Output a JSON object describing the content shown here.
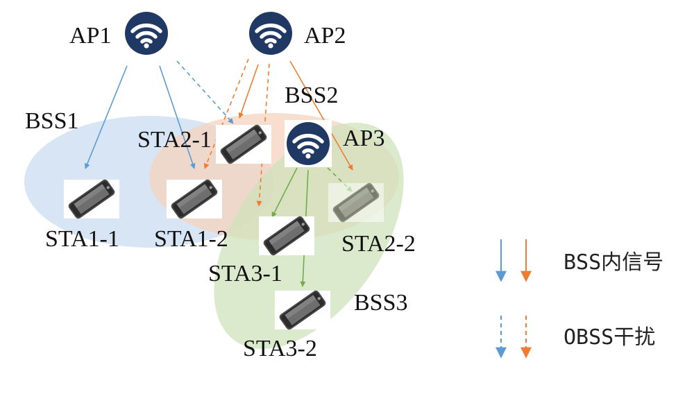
{
  "colors": {
    "blue": "#5b9bd5",
    "orange": "#ed7d31",
    "green": "#70ad47",
    "navy": "#1f3864",
    "bss1_fill": "#c9dcf0",
    "bss2_fill": "#f6d3bd",
    "bss3_fill": "#cfe2bb"
  },
  "aps": [
    {
      "id": "ap1",
      "label": "AP1",
      "icon": "wifi-icon"
    },
    {
      "id": "ap2",
      "label": "AP2",
      "icon": "wifi-icon"
    },
    {
      "id": "ap3",
      "label": "AP3",
      "icon": "wifi-icon"
    }
  ],
  "stations": [
    {
      "id": "sta1-1",
      "label": "STA1-1",
      "icon": "phone-icon"
    },
    {
      "id": "sta1-2",
      "label": "STA1-2",
      "icon": "phone-icon"
    },
    {
      "id": "sta2-1",
      "label": "STA2-1",
      "icon": "phone-icon"
    },
    {
      "id": "sta2-2",
      "label": "STA2-2",
      "icon": "phone-icon"
    },
    {
      "id": "sta3-1",
      "label": "STA3-1",
      "icon": "phone-icon"
    },
    {
      "id": "sta3-2",
      "label": "STA3-2",
      "icon": "phone-icon"
    }
  ],
  "bss": [
    {
      "id": "bss1",
      "label": "BSS1"
    },
    {
      "id": "bss2",
      "label": "BSS2"
    },
    {
      "id": "bss3",
      "label": "BSS3"
    }
  ],
  "links": [
    {
      "from": "ap1",
      "to": "sta1-1",
      "type": "solid",
      "color": "blue"
    },
    {
      "from": "ap1",
      "to": "sta1-2",
      "type": "solid",
      "color": "blue"
    },
    {
      "from": "ap1",
      "to": "sta2-1",
      "type": "dashed",
      "color": "blue"
    },
    {
      "from": "ap2",
      "to": "sta2-1",
      "type": "solid",
      "color": "orange"
    },
    {
      "from": "ap2",
      "to": "sta2-2",
      "type": "solid",
      "color": "orange"
    },
    {
      "from": "ap2",
      "to": "sta1-2",
      "type": "dashed",
      "color": "orange"
    },
    {
      "from": "ap2",
      "to": "sta3-1",
      "type": "dashed",
      "color": "orange"
    },
    {
      "from": "ap3",
      "to": "sta3-1",
      "type": "solid",
      "color": "green"
    },
    {
      "from": "ap3",
      "to": "sta3-2",
      "type": "solid",
      "color": "green"
    },
    {
      "from": "ap3",
      "to": "sta2-2",
      "type": "dashed",
      "color": "green"
    }
  ],
  "legend": {
    "solid_label": "BSS内信号",
    "dashed_label": "OBSS干扰"
  }
}
